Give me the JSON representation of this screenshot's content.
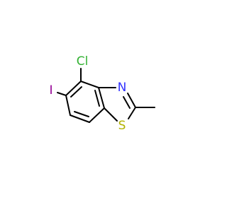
{
  "molecule": {
    "atoms": {
      "chlorine": {
        "symbol": "Cl",
        "color": "#33b233"
      },
      "iodine": {
        "symbol": "I",
        "color": "#940094"
      },
      "nitrogen": {
        "symbol": "N",
        "color": "#3333ff"
      },
      "sulfur": {
        "symbol": "S",
        "color": "#b2b200"
      }
    },
    "bond_color": "#000000",
    "background": "#ffffff"
  }
}
